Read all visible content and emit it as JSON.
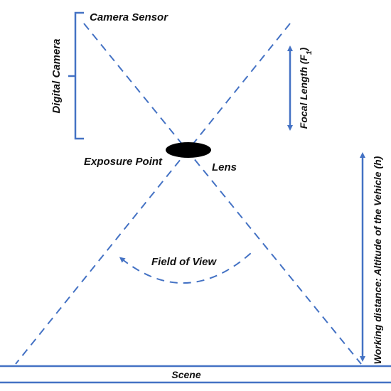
{
  "diagram": {
    "labels": {
      "camera_sensor": "Camera Sensor",
      "digital_camera": "Digital Camera",
      "focal_length": "Focal Length (F",
      "focal_length_sub": "1",
      "focal_length_close": ")",
      "exposure_point": "Exposure Point",
      "lens": "Lens",
      "field_of_view": "Field of View",
      "working_distance": "Working distance: Altitude of the Vehicle (h)",
      "scene": "Scene"
    },
    "colors": {
      "line": "#4472c4",
      "lens": "#000000",
      "text": "#111111"
    }
  }
}
